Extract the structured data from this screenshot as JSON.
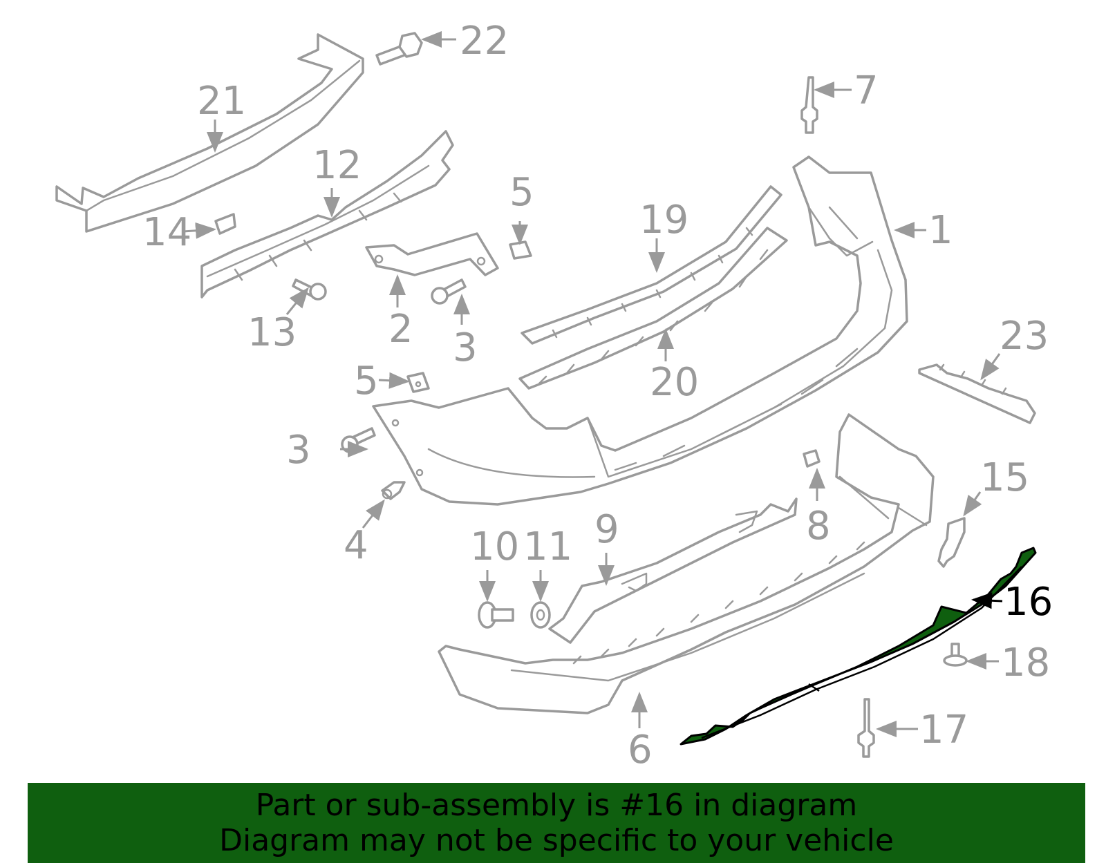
{
  "diagram": {
    "highlight_color": "#0f5f0f",
    "line_color": "#9a9a9a",
    "callouts": {
      "c1": "1",
      "c2": "2",
      "c3a": "3",
      "c3b": "3",
      "c4": "4",
      "c5a": "5",
      "c5b": "5",
      "c6": "6",
      "c7": "7",
      "c8": "8",
      "c9": "9",
      "c10": "10",
      "c11": "11",
      "c12": "12",
      "c13": "13",
      "c14": "14",
      "c15": "15",
      "c16": "16",
      "c17": "17",
      "c18": "18",
      "c19": "19",
      "c20": "20",
      "c21": "21",
      "c22": "22",
      "c23": "23"
    },
    "highlighted_part": "16"
  },
  "banner": {
    "background": "#0f5f0f",
    "line1": "Part or sub-assembly is #16 in diagram",
    "line2": "Diagram may not be specific to your vehicle"
  }
}
